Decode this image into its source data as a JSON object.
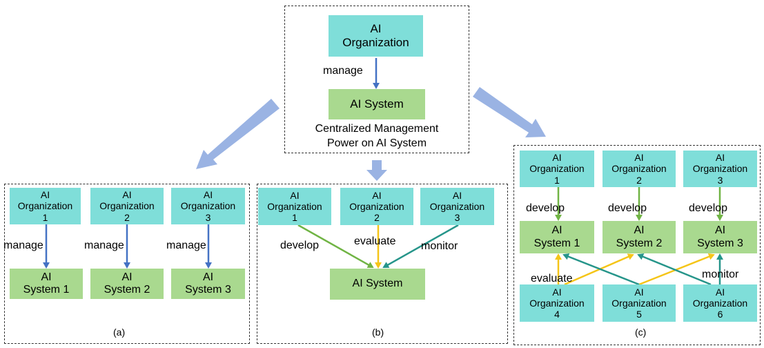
{
  "colors": {
    "org": "#7fded9",
    "sys": "#a9d98f",
    "blue": "#4472c4",
    "green": "#70b444",
    "yellow": "#f5c518",
    "teal": "#26958a",
    "big_arrow": "#9ab3e3"
  },
  "top": {
    "org_line1": "AI",
    "org_line2": "Organization",
    "edge_label": "manage",
    "sys_label": "AI System",
    "caption_line1": "Centralized Management",
    "caption_line2": "Power on AI System"
  },
  "panel_a": {
    "caption": "(a)",
    "orgs": [
      {
        "l1": "AI",
        "l2": "Organization",
        "l3": "1"
      },
      {
        "l1": "AI",
        "l2": "Organization",
        "l3": "2"
      },
      {
        "l1": "AI",
        "l2": "Organization",
        "l3": "3"
      }
    ],
    "systems": [
      {
        "l1": "AI",
        "l2": "System 1"
      },
      {
        "l1": "AI",
        "l2": "System 2"
      },
      {
        "l1": "AI",
        "l2": "System 3"
      }
    ],
    "edge_label": "manage"
  },
  "panel_b": {
    "caption": "(b)",
    "orgs": [
      {
        "l1": "AI",
        "l2": "Organization",
        "l3": "1"
      },
      {
        "l1": "AI",
        "l2": "Organization",
        "l3": "2"
      },
      {
        "l1": "AI",
        "l2": "Organization",
        "l3": "3"
      }
    ],
    "system": "AI System",
    "labels": {
      "develop": "develop",
      "evaluate": "evaluate",
      "monitor": "monitor"
    }
  },
  "panel_c": {
    "caption": "(c)",
    "orgs_top": [
      {
        "l1": "AI",
        "l2": "Organization",
        "l3": "1"
      },
      {
        "l1": "AI",
        "l2": "Organization",
        "l3": "2"
      },
      {
        "l1": "AI",
        "l2": "Organization",
        "l3": "3"
      }
    ],
    "systems": [
      {
        "l1": "AI",
        "l2": "System 1"
      },
      {
        "l1": "AI",
        "l2": "System 2"
      },
      {
        "l1": "AI",
        "l2": "System 3"
      }
    ],
    "orgs_bottom": [
      {
        "l1": "AI",
        "l2": "Organization",
        "l3": "4"
      },
      {
        "l1": "AI",
        "l2": "Organization",
        "l3": "5"
      },
      {
        "l1": "AI",
        "l2": "Organization",
        "l3": "6"
      }
    ],
    "develop_label": "develop",
    "evaluate_label": "evaluate",
    "monitor_label": "monitor"
  }
}
